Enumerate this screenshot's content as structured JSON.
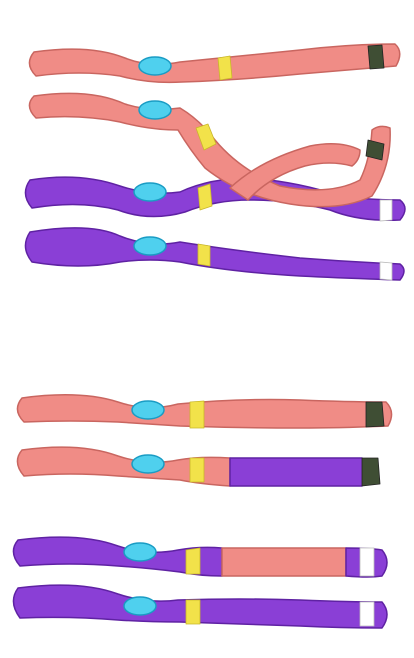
{
  "colors": {
    "background": "#ffffff",
    "maternal": "#f08c86",
    "maternal_shadow": "#c96660",
    "paternal": "#8a3fd6",
    "paternal_shadow": "#5f22a3",
    "centromere": "#4fd0ee",
    "centromere_shadow": "#1a9cc4",
    "band_yellow": "#f2e24a",
    "band_dark": "#3f4e34",
    "band_white": "#ffffff",
    "outline": "#2a2a2a"
  },
  "scenes": [
    {
      "name": "crossing-over",
      "chromosome_pairs": [
        {
          "name": "maternal-pair",
          "chromatids": [
            "maternal",
            "maternal"
          ]
        },
        {
          "name": "paternal-pair",
          "chromatids": [
            "paternal",
            "paternal"
          ]
        }
      ],
      "crossover_chiasma": true
    },
    {
      "name": "recombinant-products",
      "chromosome_pairs": [
        {
          "name": "result-maternal-pair",
          "chromatids": [
            "maternal",
            "maternal-with-paternal-tail"
          ]
        },
        {
          "name": "result-paternal-pair",
          "chromatids": [
            "paternal-with-maternal-segment",
            "paternal"
          ]
        }
      ]
    }
  ],
  "bands": {
    "marker_1": "yellow",
    "marker_2_maternal": "dark",
    "marker_2_paternal": "white"
  }
}
